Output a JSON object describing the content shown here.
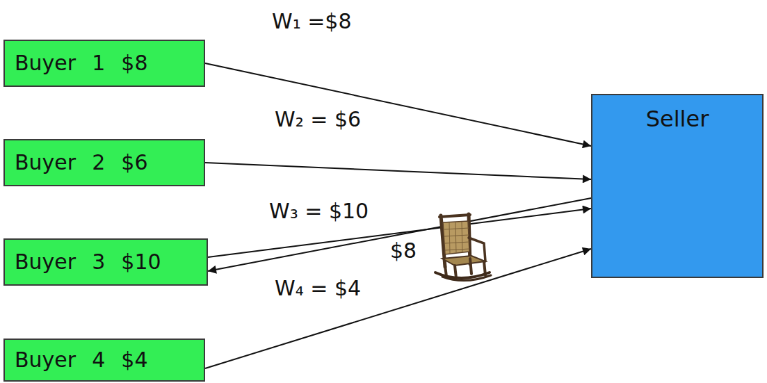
{
  "diagram": {
    "nodes": [
      {
        "text": [
          "Buyer 1 $8"
        ]
      },
      {
        "text": [
          "Buyer 2 $6"
        ]
      },
      {
        "text": [
          "Buyer 3 $10"
        ]
      },
      {
        "text": [
          "Buyer 4 $4"
        ]
      },
      {
        "text": [
          "Seller"
        ]
      }
    ],
    "edges": [
      {
        "from": 0,
        "to": 4,
        "arrow": "to",
        "label": "W₁ =$8"
      },
      {
        "from": 1,
        "to": 4,
        "arrow": "to",
        "label": "W₂ = $6"
      },
      {
        "from": 2,
        "to": 4,
        "arrow": "to",
        "label": "W₃ = $10"
      },
      {
        "from": 4,
        "to": 2,
        "arrow": "to",
        "label": "$8"
      },
      {
        "from": 3,
        "to": 4,
        "arrow": "to",
        "label": "W₄ = $4"
      }
    ]
  }
}
